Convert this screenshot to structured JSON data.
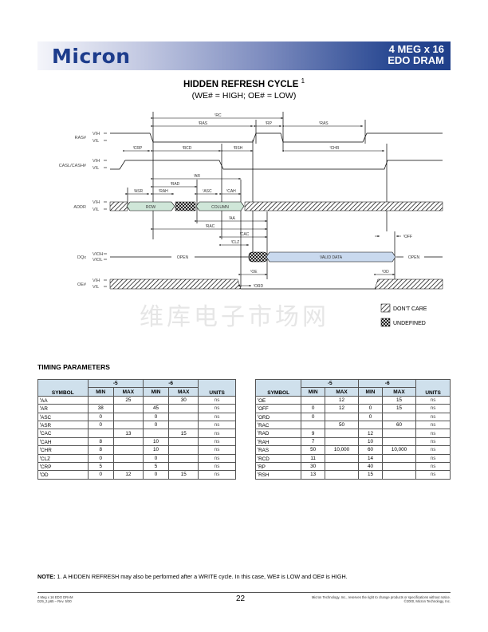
{
  "header": {
    "logo": "Micron",
    "product_line1": "4 MEG x 16",
    "product_line2": "EDO DRAM"
  },
  "title": "HIDDEN REFRESH CYCLE",
  "title_note": "1",
  "subtitle": "(WE# = HIGH; OE# = LOW)",
  "diagram": {
    "signals": {
      "ras": "RAS#",
      "cas": "CASL/CASH#",
      "addr": "ADDR",
      "dq": "DQx",
      "oe": "OE#"
    },
    "levels": {
      "vih": "VIH",
      "vil": "VIL",
      "vioh": "VIOH",
      "viol": "VIOL"
    },
    "timings": {
      "rc": "RC",
      "ras": "RAS",
      "rp": "RP",
      "ras2": "RAS",
      "crp": "CRP",
      "rcd": "RCD",
      "rsh": "RSH",
      "chr": "CHR",
      "ar": "AR",
      "rad": "RAD",
      "asr": "ASR",
      "rah": "RAH",
      "asc": "ASC",
      "cah": "CAH",
      "aa": "AA",
      "rac": "RAC",
      "cac": "CAC",
      "clz": "CLZ",
      "off": "OFF",
      "oe": "OE",
      "od": "OD",
      "ord": "ORD"
    },
    "t_prefix": "t",
    "bands": {
      "row": "ROW",
      "column": "COLUMN",
      "open": "OPEN",
      "valid": "VALID DATA"
    },
    "legend": {
      "dont_care": "DON'T CARE",
      "undefined": "UNDEFINED"
    },
    "colors": {
      "addr": "#cfe6d8",
      "data": "#c9d9ee"
    }
  },
  "watermark": "维库电子市场网",
  "timing_parameters": {
    "title": "TIMING PARAMETERS",
    "headers": {
      "symbol": "SYMBOL",
      "g5": "-5",
      "g6": "-6",
      "min": "MIN",
      "max": "MAX",
      "units": "UNITS"
    },
    "left": [
      [
        "AA",
        "",
        "25",
        "",
        "30",
        "ns"
      ],
      [
        "AR",
        "38",
        "",
        "45",
        "",
        "ns"
      ],
      [
        "ASC",
        "0",
        "",
        "0",
        "",
        "ns"
      ],
      [
        "ASR",
        "0",
        "",
        "0",
        "",
        "ns"
      ],
      [
        "CAC",
        "",
        "13",
        "",
        "15",
        "ns"
      ],
      [
        "CAH",
        "8",
        "",
        "10",
        "",
        "ns"
      ],
      [
        "CHR",
        "8",
        "",
        "10",
        "",
        "ns"
      ],
      [
        "CLZ",
        "0",
        "",
        "0",
        "",
        "ns"
      ],
      [
        "CRP",
        "5",
        "",
        "5",
        "",
        "ns"
      ],
      [
        "OD",
        "0",
        "12",
        "0",
        "15",
        "ns"
      ]
    ],
    "right": [
      [
        "OE",
        "",
        "12",
        "",
        "15",
        "ns"
      ],
      [
        "OFF",
        "0",
        "12",
        "0",
        "15",
        "ns"
      ],
      [
        "ORD",
        "0",
        "",
        "0",
        "",
        "ns"
      ],
      [
        "RAC",
        "",
        "50",
        "",
        "60",
        "ns"
      ],
      [
        "RAD",
        "9",
        "",
        "12",
        "",
        "ns"
      ],
      [
        "RAH",
        "7",
        "",
        "10",
        "",
        "ns"
      ],
      [
        "RAS",
        "50",
        "10,000",
        "60",
        "10,000",
        "ns"
      ],
      [
        "RCD",
        "11",
        "",
        "14",
        "",
        "ns"
      ],
      [
        "RP",
        "30",
        "",
        "40",
        "",
        "ns"
      ],
      [
        "RSH",
        "13",
        "",
        "15",
        "",
        "ns"
      ]
    ]
  },
  "note": {
    "label": "NOTE:",
    "text": "1.  A HIDDEN REFRESH may also be performed after a WRITE cycle. In this case, WE# is LOW and OE# is HIGH."
  },
  "footer": {
    "left1": "4 Meg x 16 EDO DRAM",
    "left2": "D29_2.p65 – Rev. 5/00",
    "page": "22",
    "right1": "Micron Technology, Inc., reserves the right to change products or specifications without notice.",
    "right2": "©2000, Micron Technology, Inc."
  }
}
